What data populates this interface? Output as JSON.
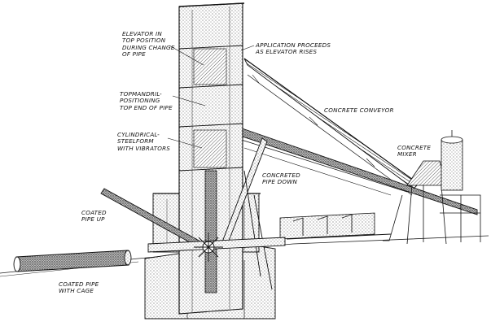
{
  "labels": {
    "elevator": "ELEVATOR IN\nTOP POSITION\nDURING CHANGE\nOF PIPE",
    "application": "APPLICATION PROCEEDS\nAS ELEVATOR RISES",
    "topmandril": "TOPMANDRIL-\nPOSITIONING\nTOP END OF PIPE",
    "conveyor": "CONCRETE CONVEYOR",
    "steelform": "CYLINDRICAL-\nSTEELFORM\nWITH VIBRATORS",
    "mixer": "CONCRETE\nMIXER",
    "concreted_pipe": "CONCRETED\nPIPE DOWN",
    "coated_up": "COATED\nPIPE UP",
    "coated_cage": "COATED PIPE\nWITH CAGE"
  },
  "colors": {
    "ink": "#111111",
    "paper": "#ffffff"
  }
}
